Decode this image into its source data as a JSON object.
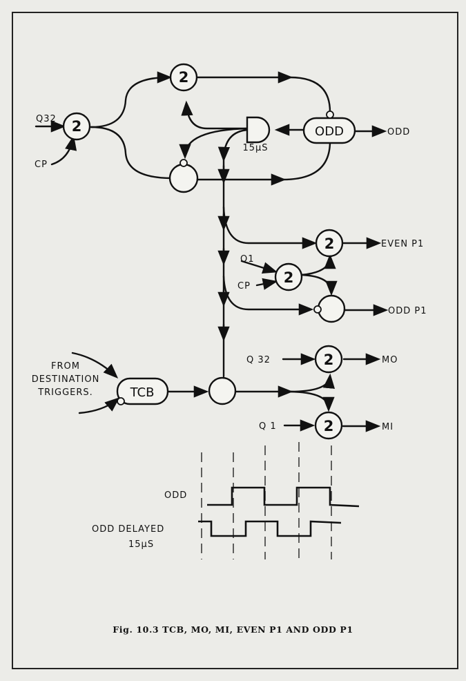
{
  "figure": {
    "caption": "Fig. 10.3   TCB, MO, MI, EVEN P1 AND ODD P1",
    "gate_numeral": "2",
    "boxes": {
      "odd": "ODD",
      "tcb": "TCB"
    },
    "delay_label": "15μS",
    "inputs": {
      "q32_top": "Q32",
      "cp_top": "CP",
      "q1_mid": "Q1",
      "cp_mid": "CP",
      "q32_low": "Q 32",
      "q1_low": "Q 1"
    },
    "outputs": {
      "odd": "ODD",
      "even_p1": "EVEN P1",
      "odd_p1": "ODD P1",
      "mo": "MO",
      "mi": "MI"
    },
    "source": {
      "line1": "FROM",
      "line2": "DESTINATION",
      "line3": "TRIGGERS."
    },
    "timing": {
      "odd": "ODD",
      "odd_delayed_1": "ODD  DELAYED",
      "odd_delayed_2": "15μS"
    }
  }
}
